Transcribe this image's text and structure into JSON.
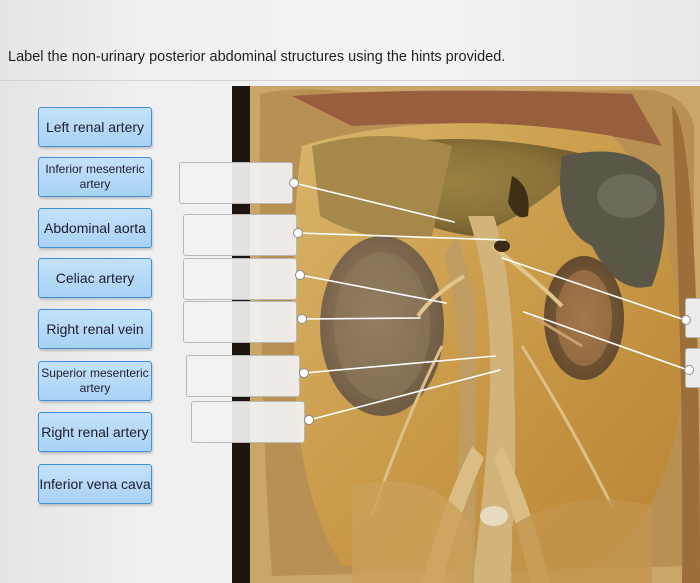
{
  "instructions": "Label the non-urinary posterior abdominal structures using the hints provided.",
  "choices": [
    {
      "label": "Left renal artery"
    },
    {
      "label": "Inferior mesenteric artery"
    },
    {
      "label": "Abdominal aorta"
    },
    {
      "label": "Celiac artery"
    },
    {
      "label": "Right renal vein"
    },
    {
      "label": "Superior mesenteric artery"
    },
    {
      "label": "Right renal artery"
    },
    {
      "label": "Inferior vena cava"
    }
  ],
  "image": {
    "alt": "dissection photograph of the posterior abdominal wall"
  }
}
